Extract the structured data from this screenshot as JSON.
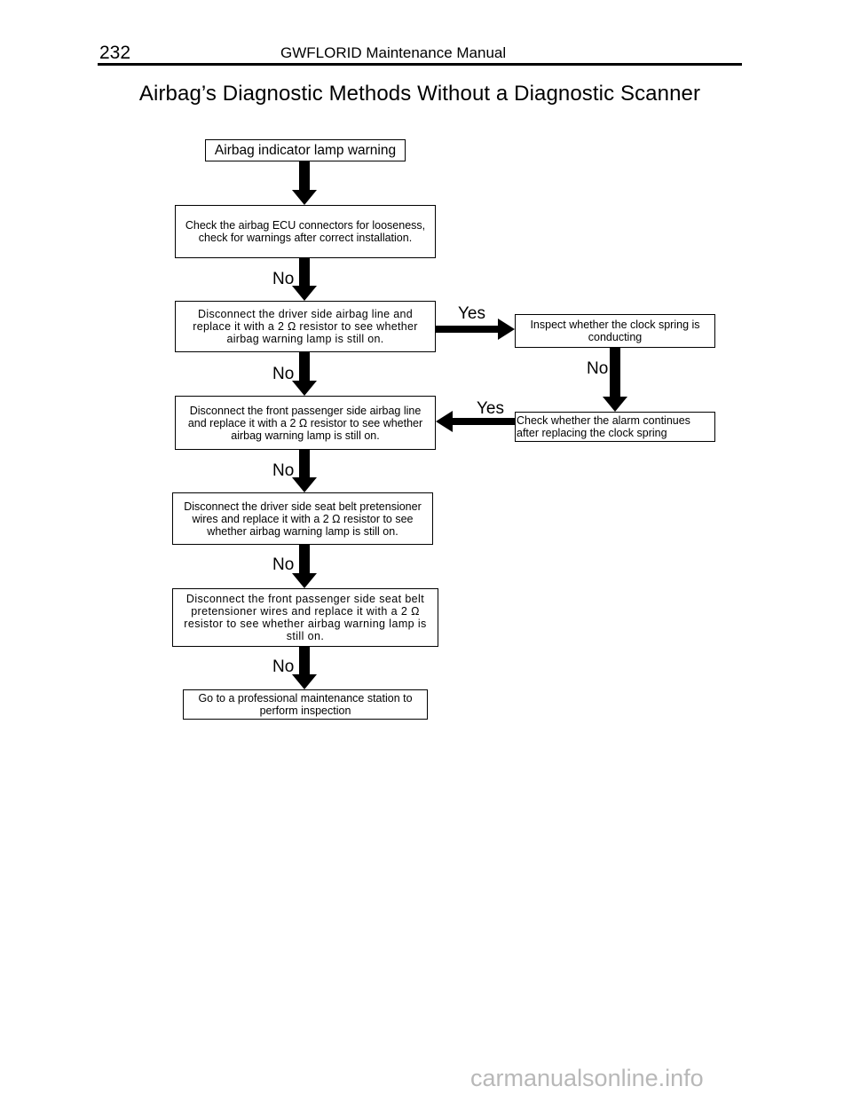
{
  "header": {
    "page_number": "232",
    "manual_title": "GWFLORID Maintenance Manual"
  },
  "title": "Airbag’s Diagnostic Methods Without a Diagnostic Scanner",
  "flow": {
    "start": "Airbag indicator lamp warning",
    "step1": "Check the airbag ECU connectors for looseness, check for warnings after correct installation.",
    "step2": "Disconnect the driver side airbag line and replace it with a 2 Ω resistor to see whether airbag warning lamp is still on.",
    "step3": "Disconnect the front passenger side airbag line and replace it with a 2 Ω resistor to see whether airbag warning lamp is still on.",
    "step4": "Disconnect the driver side seat belt pretensioner wires and replace it with a 2 Ω resistor to see whether airbag warning lamp is still on.",
    "step5": "Disconnect the front passenger side seat belt pretensioner wires and replace it with a 2 Ω resistor to see whether airbag warning lamp is still on.",
    "step6": "Go to a professional maintenance station to perform inspection",
    "clock_spring": "Inspect whether the clock spring is conducting",
    "alarm_check": "Check whether the alarm continues after replacing the clock spring",
    "labels": {
      "no": "No",
      "yes": "Yes"
    }
  },
  "watermark": "carmanualsonline.info"
}
